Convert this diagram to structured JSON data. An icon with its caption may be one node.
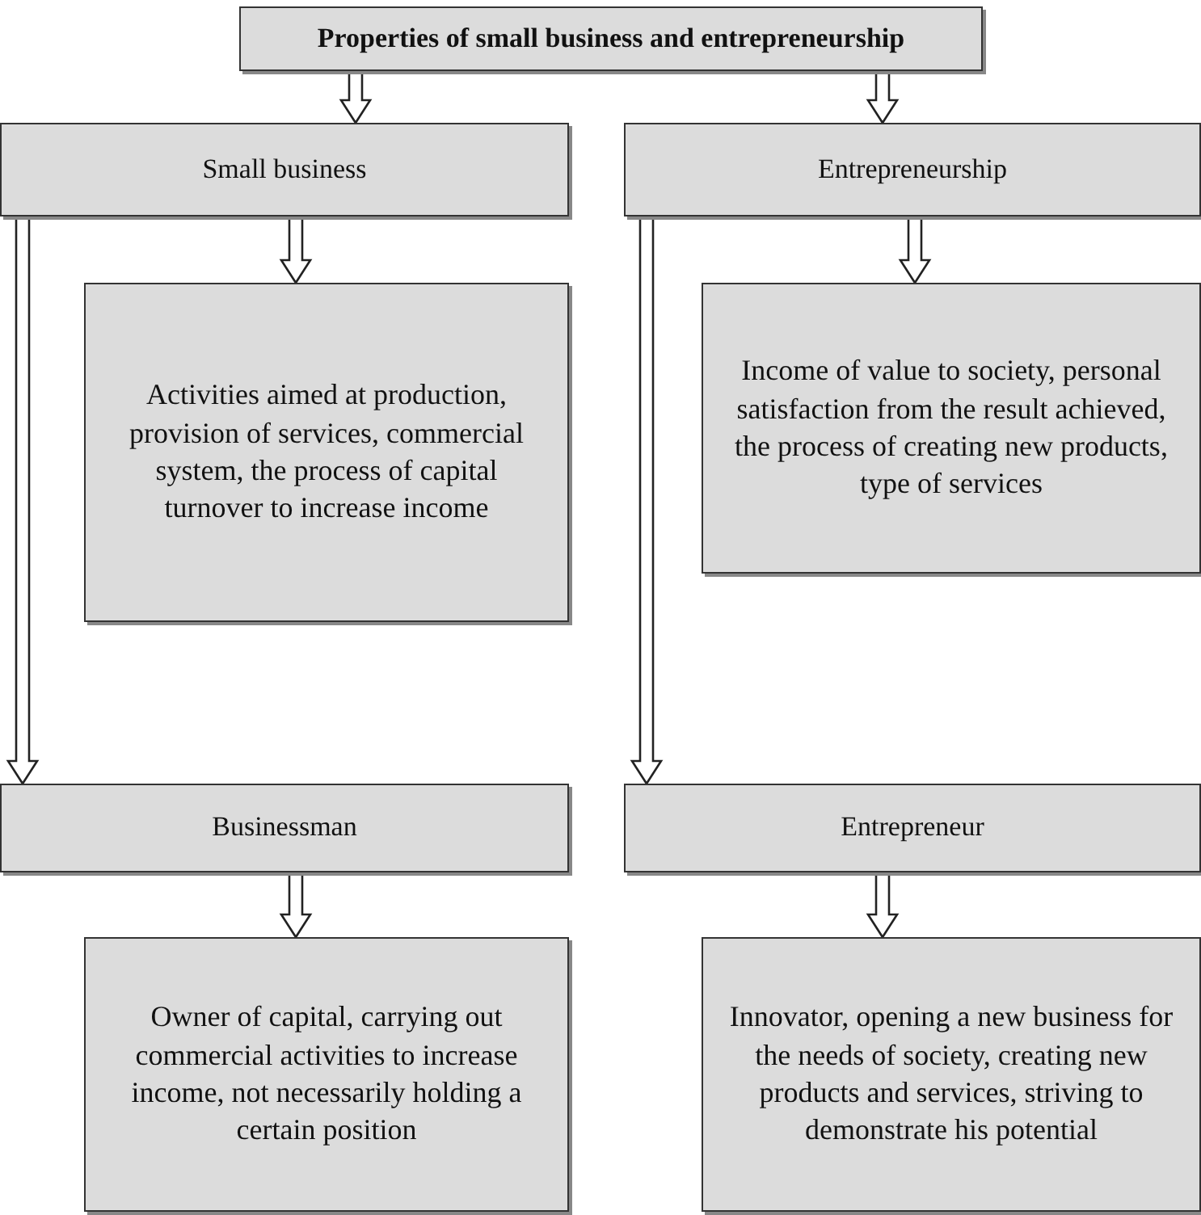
{
  "diagram": {
    "nodes": [
      {
        "text": [
          "Properties of small business and entrepreneurship"
        ]
      },
      {
        "text": [
          "Small business"
        ]
      },
      {
        "text": [
          "Entrepreneurship"
        ]
      },
      {
        "text": [
          "Activities aimed at production, provision of services, commercial system, the process of capital turnover to increase income"
        ]
      },
      {
        "text": [
          "Income of value to society, personal satisfaction from the result achieved, the process of creating new products, type of services"
        ]
      },
      {
        "text": [
          "Businessman"
        ]
      },
      {
        "text": [
          "Entrepreneur"
        ]
      },
      {
        "text": [
          "Owner of capital, carrying out commercial activities to increase income, not necessarily holding a certain position"
        ]
      },
      {
        "text": [
          "Innovator, opening a new business for the needs of society, creating new products and services, striving to demonstrate his potential"
        ]
      }
    ],
    "edges": [
      {
        "from": 0,
        "to": 1,
        "arrow": "to"
      },
      {
        "from": 0,
        "to": 2,
        "arrow": "to"
      },
      {
        "from": 1,
        "to": 3,
        "arrow": "to"
      },
      {
        "from": 2,
        "to": 4,
        "arrow": "to"
      },
      {
        "from": 1,
        "to": 5,
        "arrow": "to"
      },
      {
        "from": 2,
        "to": 6,
        "arrow": "to"
      },
      {
        "from": 5,
        "to": 7,
        "arrow": "to"
      },
      {
        "from": 6,
        "to": 8,
        "arrow": "to"
      }
    ]
  }
}
